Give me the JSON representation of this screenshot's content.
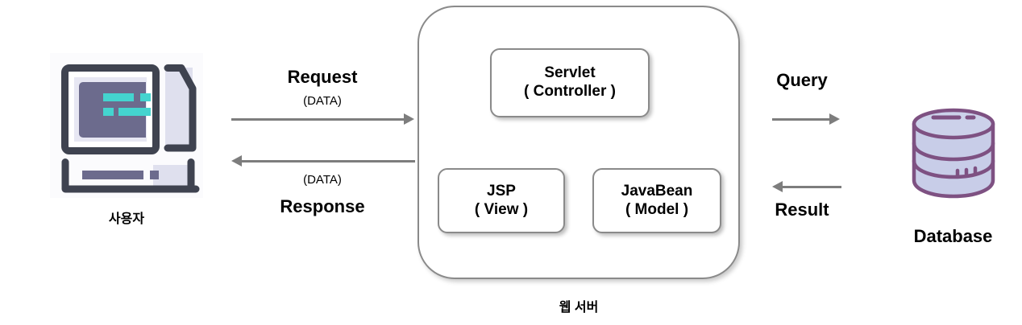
{
  "diagram": {
    "title_implicit": "MVC Web Architecture",
    "user": {
      "icon": "desktop-computer-icon",
      "caption": "사용자"
    },
    "web_server": {
      "caption": "웹 서버",
      "components": [
        {
          "id": "servlet",
          "line1": "Servlet",
          "line2": "( Controller )"
        },
        {
          "id": "jsp",
          "line1": "JSP",
          "line2": "( View )"
        },
        {
          "id": "javabean",
          "line1": "JavaBean",
          "line2": "( Model )"
        }
      ]
    },
    "database": {
      "icon": "database-cylinder-icon",
      "caption": "Database"
    },
    "flows": {
      "request": {
        "label": "Request",
        "sublabel": "(DATA)",
        "direction": "right"
      },
      "response": {
        "label": "Response",
        "sublabel": "(DATA)",
        "direction": "left"
      },
      "query": {
        "label": "Query",
        "direction": "right"
      },
      "result": {
        "label": "Result",
        "direction": "left"
      }
    }
  },
  "colors": {
    "background": "#ffffff",
    "box_stroke": "#8a8a8a",
    "arrow": "#7d7d7d",
    "text": "#000000",
    "monitor_frame": "#3f4350",
    "monitor_bezel": "#e7e7f3",
    "screen": "#6c6b8d",
    "screen_accent": "#44d4cf",
    "db_stroke": "#7e5182",
    "db_fill": "#c8cde8"
  }
}
